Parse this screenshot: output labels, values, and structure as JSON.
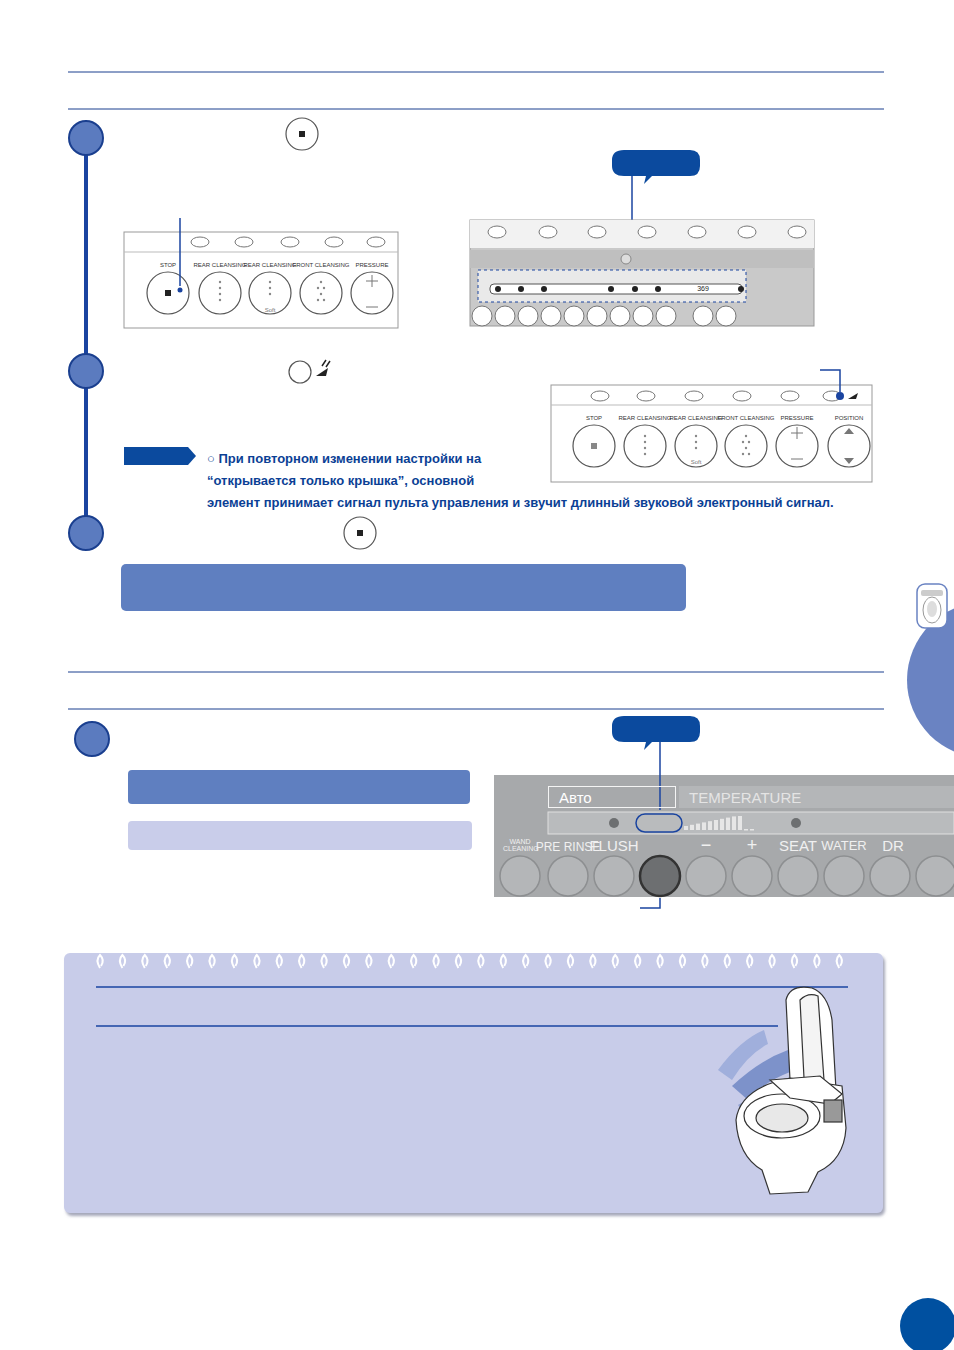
{
  "diagram": {
    "nodes": [
      {
        "text": [
          "Авто"
        ]
      },
      {
        "text": [
          "TEMPERATURE"
        ]
      }
    ],
    "labels": [
      "STOP",
      "REAR CLEANSING",
      "REAR CLEANSING",
      "Soft",
      "FRONT CLEANSING",
      "PRESSURE",
      "369",
      "○ При повторном изменении настройки на “открывается только крышка”, основной элемент принимает сигнал пульта управления и звучит длинный звуковой электронный сигнал.",
      "STOP",
      "REAR CLEANSING",
      "REAR CLEANSING",
      "Soft",
      "FRONT CLEANSING",
      "PRESSURE",
      "POSITION",
      "WAND CLEANING",
      "PRE RINSE",
      "FLUSH",
      "−",
      "+",
      "SEAT",
      "WATER",
      "DR"
    ]
  }
}
